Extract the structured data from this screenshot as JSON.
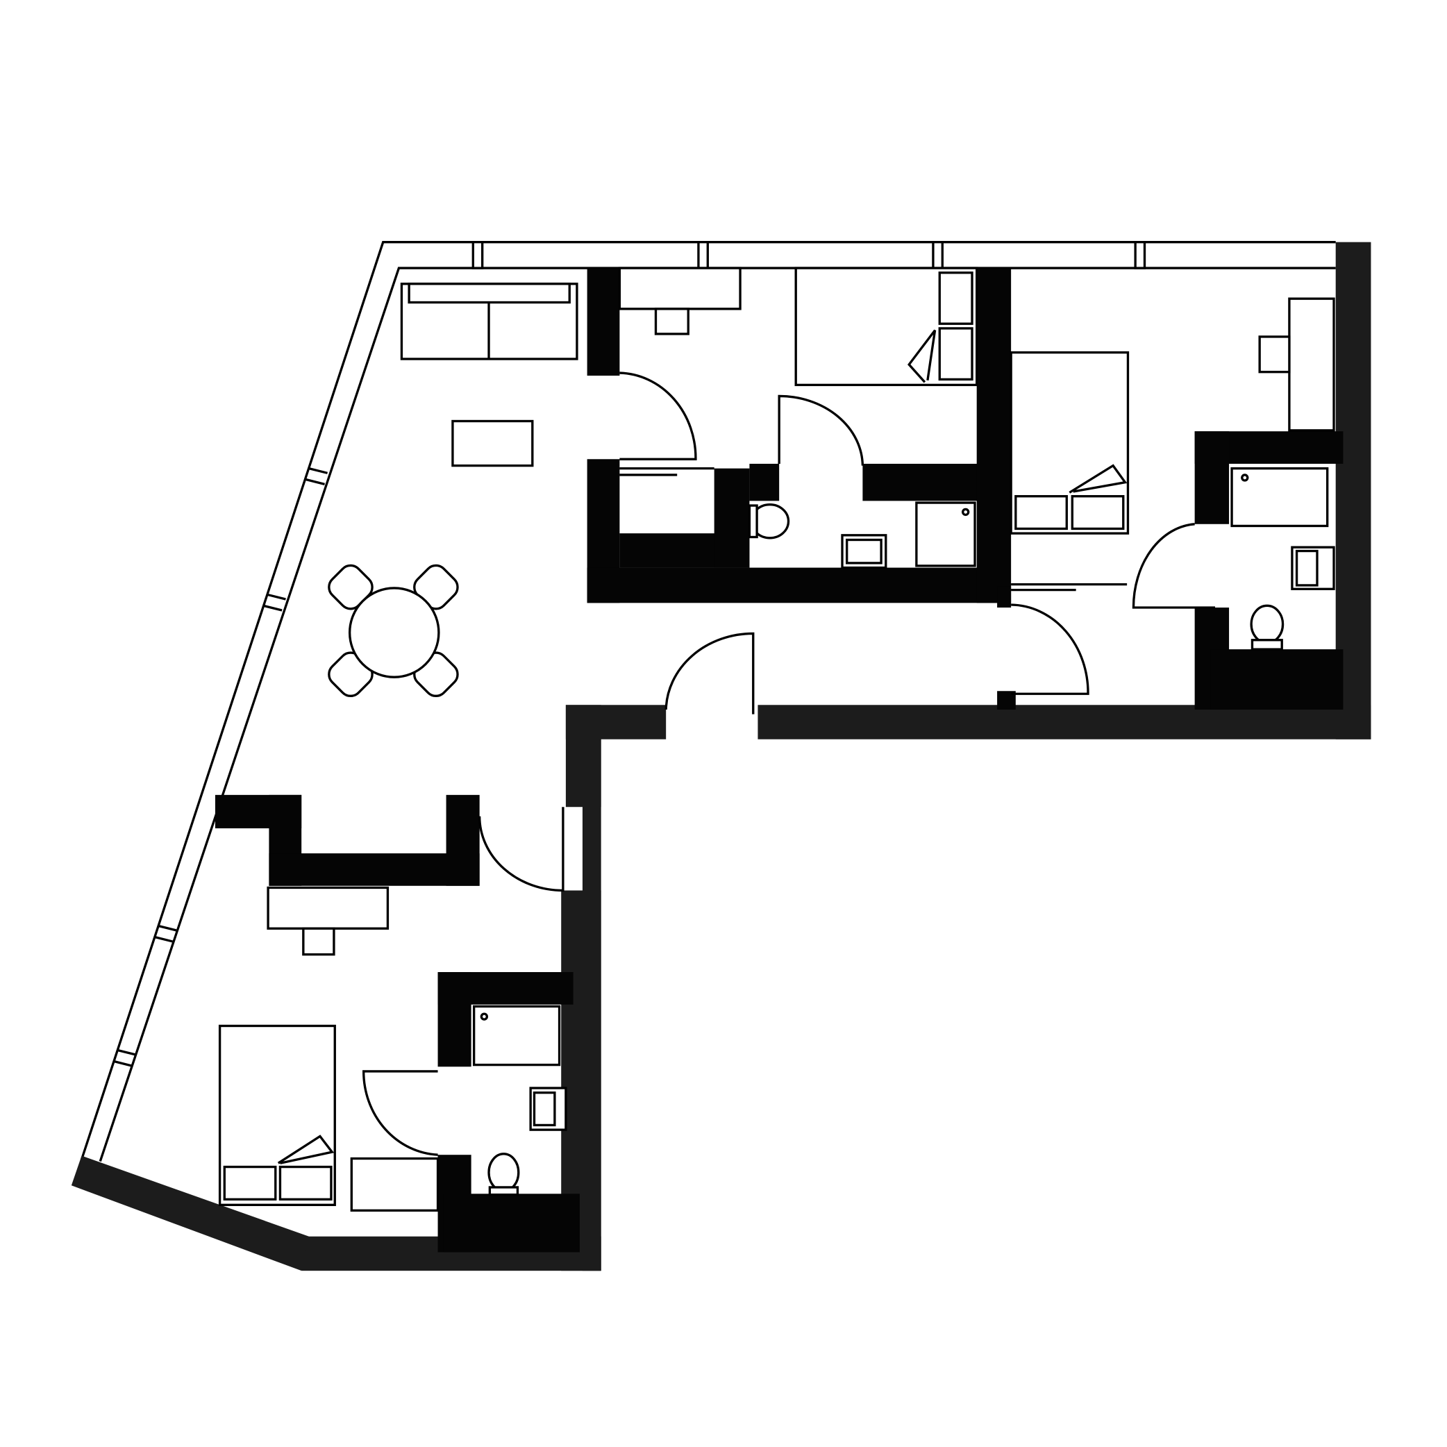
{
  "plan": {
    "type": "apartment floor plan",
    "rooms": [
      "living-dining",
      "bedroom-1",
      "bedroom-2",
      "bedroom-3",
      "bathroom",
      "ensuite-1",
      "ensuite-2"
    ],
    "colors": {
      "wall": "#1c1c1c",
      "inner_wall": "#050505",
      "background": "#ffffff",
      "line": "#000000"
    }
  }
}
